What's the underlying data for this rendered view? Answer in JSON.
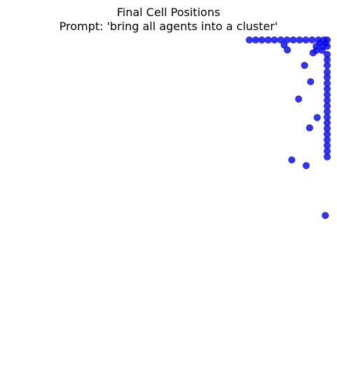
{
  "chart_data": {
    "type": "scatter",
    "title_lines": [
      "Final Cell Positions",
      "Prompt: 'bring all agents into a cluster'"
    ],
    "axes_visible": false,
    "grid": false,
    "xlim": [
      0,
      100
    ],
    "ylim": [
      0,
      100
    ],
    "marker_color": "#0000ff",
    "marker_edge_color": "#2222bb",
    "marker_alpha": 0.8,
    "points": [
      {
        "x": 75.2,
        "y": 100
      },
      {
        "x": 77.2,
        "y": 100
      },
      {
        "x": 79.2,
        "y": 100
      },
      {
        "x": 81.2,
        "y": 100
      },
      {
        "x": 83.2,
        "y": 100
      },
      {
        "x": 85.2,
        "y": 100
      },
      {
        "x": 87.2,
        "y": 100
      },
      {
        "x": 89.2,
        "y": 100
      },
      {
        "x": 91.2,
        "y": 100
      },
      {
        "x": 93.2,
        "y": 100
      },
      {
        "x": 95.2,
        "y": 100
      },
      {
        "x": 97.2,
        "y": 100
      },
      {
        "x": 98.9,
        "y": 100
      },
      {
        "x": 100,
        "y": 100
      },
      {
        "x": 97.6,
        "y": 99.0
      },
      {
        "x": 99.5,
        "y": 99.0
      },
      {
        "x": 96.5,
        "y": 98.0
      },
      {
        "x": 98.5,
        "y": 98.0
      },
      {
        "x": 100,
        "y": 98.0
      },
      {
        "x": 96.6,
        "y": 96.7
      },
      {
        "x": 98.4,
        "y": 96.7
      },
      {
        "x": 86.3,
        "y": 98.4
      },
      {
        "x": 87.3,
        "y": 96.8
      },
      {
        "x": 95.5,
        "y": 95.9
      },
      {
        "x": 100,
        "y": 95.4
      },
      {
        "x": 100,
        "y": 93.7
      },
      {
        "x": 92.8,
        "y": 91.9
      },
      {
        "x": 100,
        "y": 91.9
      },
      {
        "x": 100,
        "y": 89.8
      },
      {
        "x": 94.7,
        "y": 86.7
      },
      {
        "x": 100,
        "y": 88.1
      },
      {
        "x": 100,
        "y": 86.2
      },
      {
        "x": 100,
        "y": 84.4
      },
      {
        "x": 100,
        "y": 82.6
      },
      {
        "x": 100,
        "y": 80.8
      },
      {
        "x": 90.9,
        "y": 81.2
      },
      {
        "x": 100,
        "y": 79.0
      },
      {
        "x": 100,
        "y": 77.2
      },
      {
        "x": 100,
        "y": 75.4
      },
      {
        "x": 96.8,
        "y": 75.3
      },
      {
        "x": 100,
        "y": 73.6
      },
      {
        "x": 100,
        "y": 71.8
      },
      {
        "x": 94.4,
        "y": 72.0
      },
      {
        "x": 100,
        "y": 70.0
      },
      {
        "x": 100,
        "y": 68.2
      },
      {
        "x": 100,
        "y": 66.4
      },
      {
        "x": 100,
        "y": 64.6
      },
      {
        "x": 100,
        "y": 62.8
      },
      {
        "x": 88.7,
        "y": 61.8
      },
      {
        "x": 93.3,
        "y": 60.0
      },
      {
        "x": 99.4,
        "y": 44.1
      }
    ]
  }
}
